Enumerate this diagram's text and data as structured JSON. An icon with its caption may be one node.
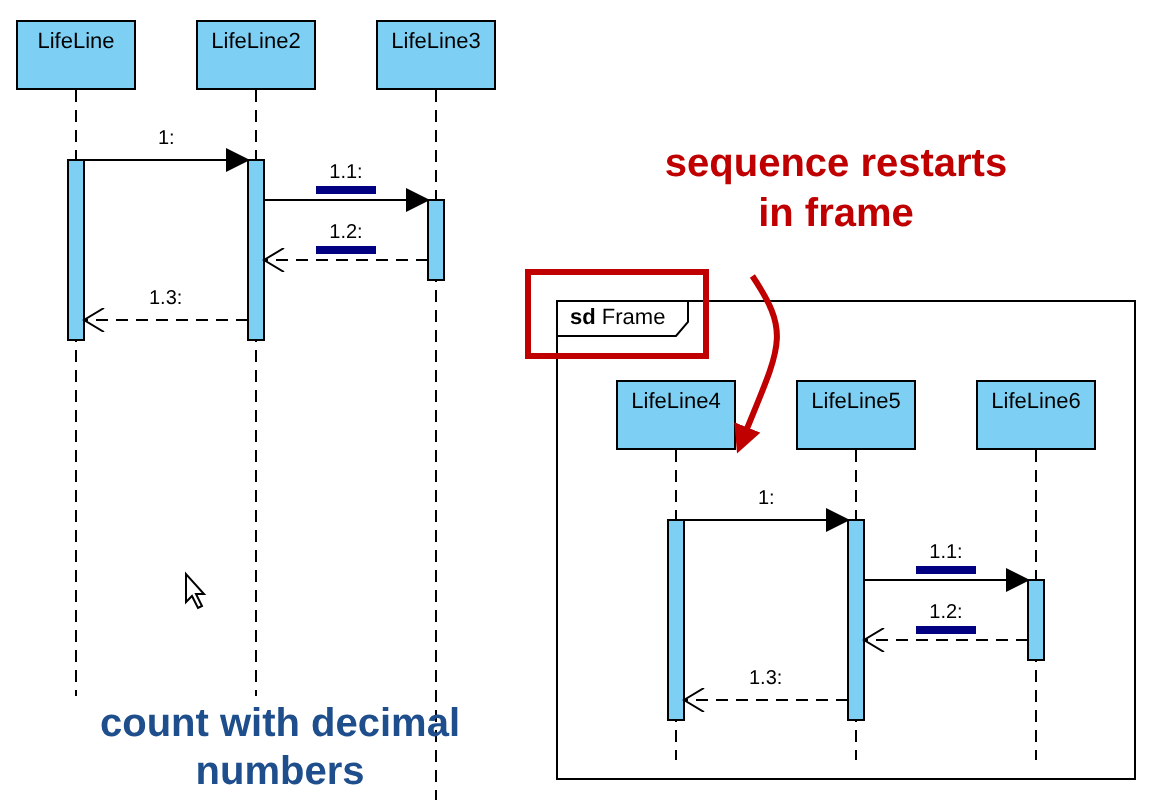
{
  "diagram": {
    "nodes": [
      {
        "text": [
          "LifeLine"
        ]
      },
      {
        "text": [
          "LifeLine2"
        ]
      },
      {
        "text": [
          "LifeLine3"
        ]
      },
      {
        "text": [
          "**sd** Frame"
        ]
      },
      {
        "text": [
          "LifeLine4"
        ],
        "in": 3
      },
      {
        "text": [
          "LifeLine5"
        ],
        "in": 3
      },
      {
        "text": [
          "LifeLine6"
        ],
        "in": 3
      },
      {
        "text": [
          "sequence restarts in frame"
        ]
      }
    ],
    "edges": [
      {
        "from": 0,
        "to": 1,
        "arrow": "to",
        "label": "1:"
      },
      {
        "from": 1,
        "to": 2,
        "arrow": "to",
        "label": "1.1:"
      },
      {
        "from": 2,
        "to": 1,
        "arrow": "to",
        "label": "1.2:",
        "style": "dashed"
      },
      {
        "from": 1,
        "to": 0,
        "arrow": "to",
        "label": "1.3:",
        "style": "dashed"
      },
      {
        "from": 4,
        "to": 5,
        "arrow": "to",
        "label": "1:"
      },
      {
        "from": 5,
        "to": 6,
        "arrow": "to",
        "label": "1.1:"
      },
      {
        "from": 6,
        "to": 5,
        "arrow": "to",
        "label": "1.2:",
        "style": "dashed"
      },
      {
        "from": 5,
        "to": 4,
        "arrow": "to",
        "label": "1.3:",
        "style": "dashed"
      },
      {
        "from": 7,
        "to": 4,
        "arrow": "to",
        "style": "thick",
        "color": "#c00000"
      }
    ],
    "labels": [
      "count with decimal numbers"
    ]
  }
}
